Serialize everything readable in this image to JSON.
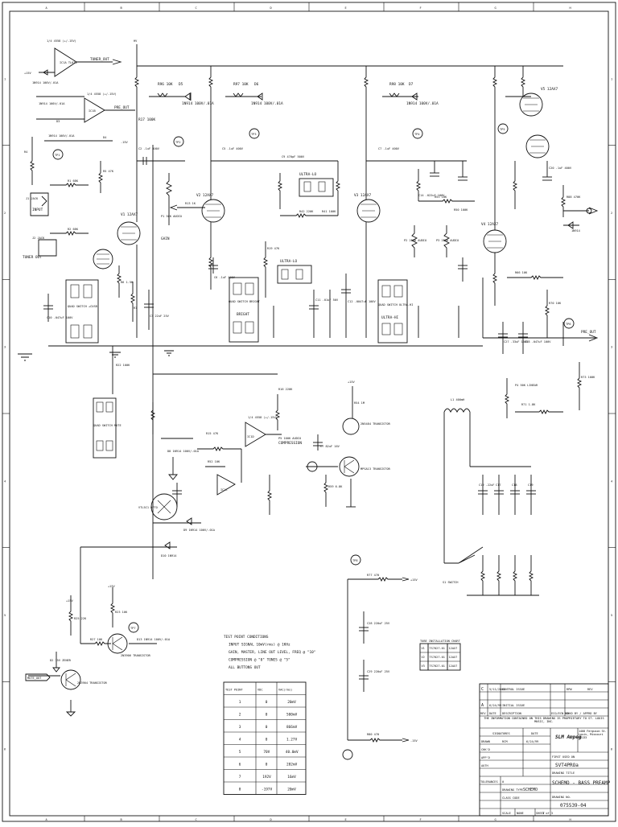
{
  "border": {
    "cols": [
      "A",
      "B",
      "C",
      "D",
      "E",
      "F",
      "G",
      "H"
    ],
    "rows": [
      "1",
      "2",
      "3",
      "4",
      "5",
      "6"
    ]
  },
  "labels": {
    "input_jack": "INPUT",
    "tuner_out": "TUNER OUT",
    "gain": "GAIN",
    "ultra_lo_top": "ULTRA-LO",
    "ultra_lo_mid": "ULTRA-LO",
    "bright": "BRIGHT",
    "ultra_hi": "ULTRA-HI",
    "quad_switch_1": "QUAD SWITCH +CUSB",
    "quad_switch_2": "QUAD SWITCH BRIGHT",
    "quad_switch_3": "QUAD SWITCH ULTRA-HI",
    "quad_switch_mute": "QUAD SWITCH MUTE",
    "compression": "COMPRESSION",
    "opto": "VTL5C1 OPTO",
    "transistor_q4": "MPSA13 TRANSISTOR",
    "transistor_q1": "2N3906 TRANSISTOR",
    "transistor_q2": "2N3904 TRANSISTOR",
    "transistor_q3": "2N5484 TRANSISTOR",
    "pre_out_top": "PRE_OUT",
    "pre_out_right": "PRE_OUT",
    "tuner_out_label": "TUNER_OUT",
    "mute_out": "MUTE_OUT",
    "inductor": "L1 400mH",
    "freq_switch": "S1 SWITCH",
    "test_pt_1": "TP1",
    "test_pt_2": "TP2",
    "test_pt_3": "TP3",
    "test_pt_4": "TP4",
    "test_pt_5": "TP5",
    "test_pt_6": "TP6",
    "test_pt_7": "TP7",
    "test_pt_8": "TP8",
    "v1": "V1 12AX7",
    "v2": "V2 12AX7",
    "v3": "V3 12AX7",
    "v4": "V4 12AX7",
    "v5": "V5 12AX7",
    "r_in": "R1 68K",
    "r_plate": "R17 100K",
    "cap_coupling": "C2 .1uF 400V",
    "diode": "1N914",
    "hv": "HV",
    "plus15": "+15V",
    "minus15": "-15V"
  },
  "test_conditions": {
    "lines": [
      "TEST POINT CONDITIONS",
      "INPUT SIGNAL 10mV(rms) @ 1KHz",
      "GAIN, MASTER, LINE OUT LEVEL, FREQ @ \"10\"",
      "COMPRESSION @ \"0\"  TONES @ \"5\"",
      "ALL BUTTONS OUT"
    ]
  },
  "test_table": {
    "headers": [
      "TEST POINT",
      "VDC",
      "VAC(rms)"
    ],
    "rows": [
      [
        "1",
        "0",
        "20mV"
      ],
      [
        "2",
        "0",
        "500mV"
      ],
      [
        "3",
        "0",
        "866mV"
      ],
      [
        "4",
        "0",
        "1.27V"
      ],
      [
        "5",
        "70V",
        "40.0mV"
      ],
      [
        "6",
        "0",
        "282mV"
      ],
      [
        "7",
        "192V",
        "16mV"
      ],
      [
        "8",
        "-197V",
        "20mV"
      ]
    ]
  },
  "tube_chart": {
    "title": "TUBE INSTALLATION CHART",
    "rows": [
      [
        "V1",
        "TS7027-01",
        "12AX7"
      ],
      [
        "V2",
        "TS7027-01",
        "12AX7"
      ],
      [
        "V3",
        "TS7027-01",
        "12AX7"
      ]
    ]
  },
  "title_block": {
    "rev_rows": [
      [
        "C",
        "5/11/2000",
        "CONTROL ISSUE",
        "",
        "RPW"
      ],
      [
        "A",
        "6/24/99",
        "INITIAL ISSUE",
        "",
        ""
      ]
    ],
    "rev_headers": [
      "REV",
      "DATE",
      "DESCRIPTION",
      "ECO/ECN NO",
      "CHKD BY / APPRD BY"
    ],
    "confidential": "THE INFORMATION CONTAINED ON THIS DRAWING IS PROPRIETARY TO ST. LOUIS MUSIC, INC.",
    "signatures_label": "SIGNATURES",
    "date_label": "DATE",
    "drawn_label": "DRAWN",
    "drawn_by": "RCM",
    "drawn_date": "6/24/99",
    "checked_label": "CHK'D",
    "approved_label": "APP'D",
    "auth_label": "AUTH",
    "tolerances_label": "TOLERANCES",
    "drawing_type_label": "DRAWING TYPE",
    "drawing_type": "SCHEMO",
    "class_code_label": "CLASS CODE",
    "first_used_label": "FIRST USED ON",
    "first_used": "SVT4PROa",
    "drawing_title_label": "DRAWING TITLE",
    "drawing_title": "SCHEMO - BASS PREAMP",
    "drawing_number_label": "DRAWING NO.",
    "drawing_number": "075539-04",
    "drawing_format": "0",
    "scale_label": "SCALE",
    "scale": "NONE",
    "sheet_label": "SHEET",
    "sheet": "1 of 3",
    "logo": "SLM Ampeg",
    "address": "1400 Ferguson St. Louis, Missouri 63133",
    "rev_header": "REV"
  }
}
